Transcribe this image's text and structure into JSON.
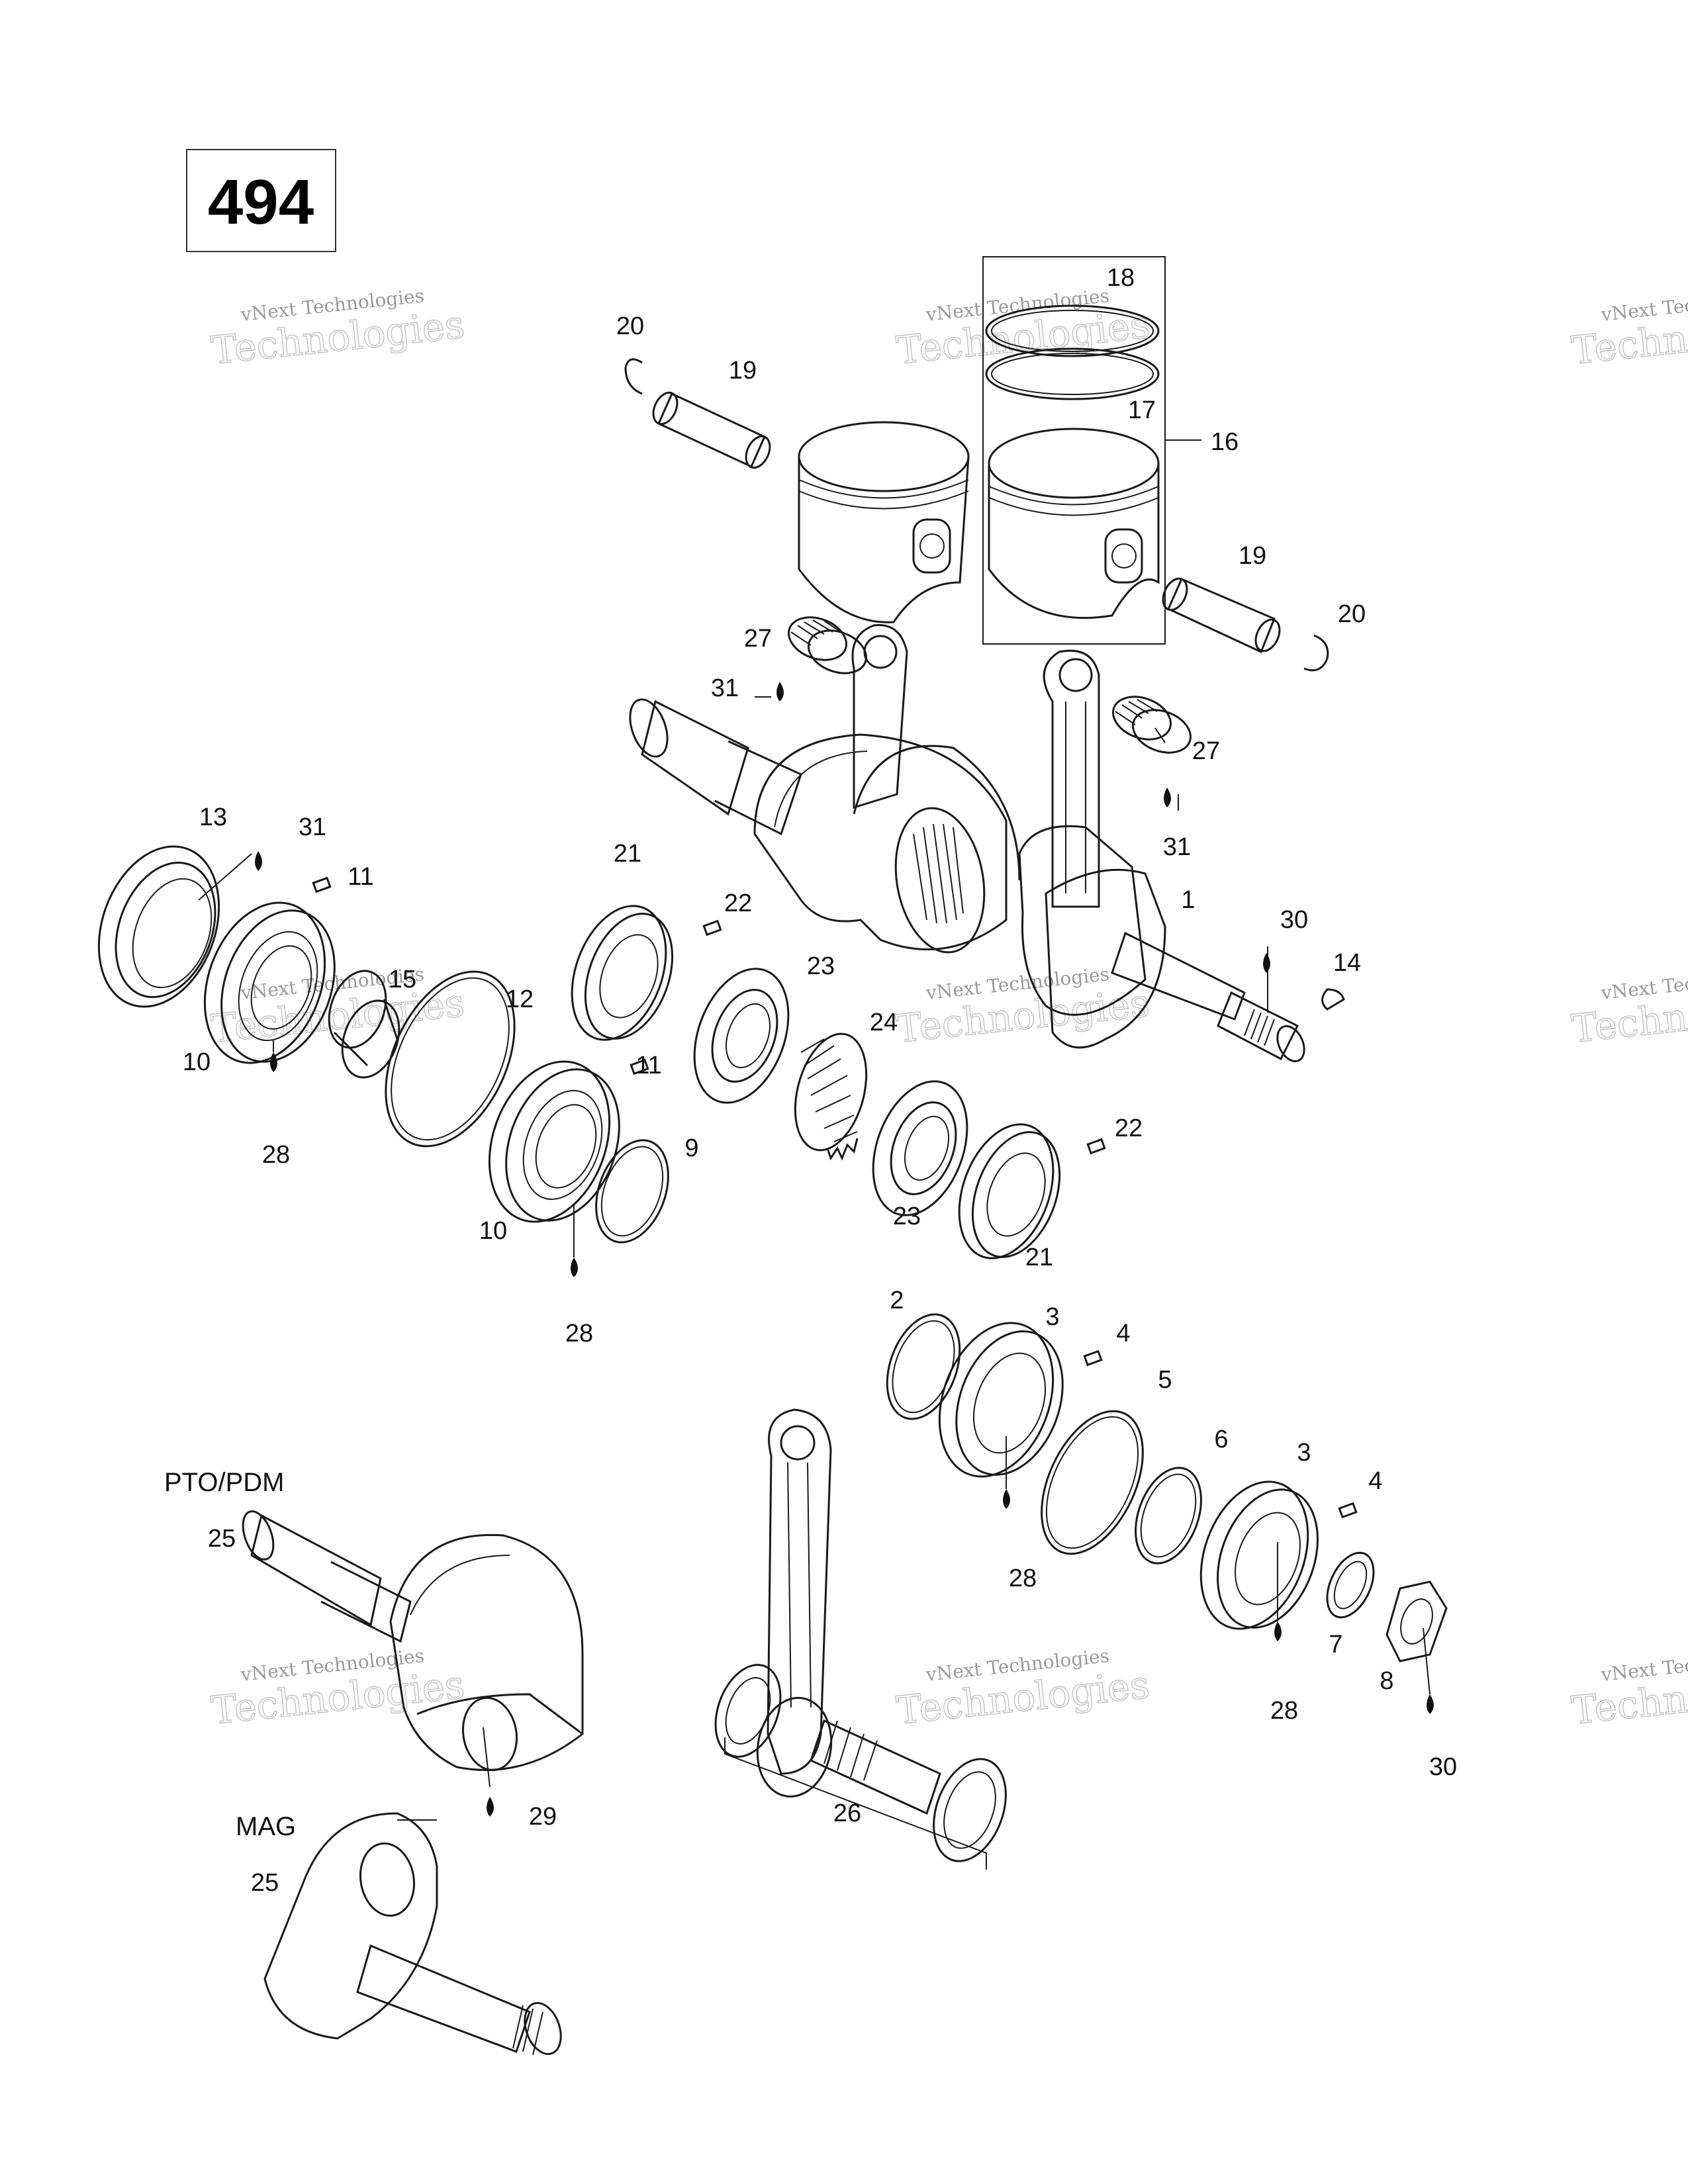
{
  "diagram_number": "494",
  "watermark": {
    "line1": "vNext Technologies",
    "line2": "Technologies"
  },
  "labels": {
    "pto": "PTO/PDM",
    "mag": "MAG"
  },
  "callouts": [
    {
      "id": "c20a",
      "text": "20"
    },
    {
      "id": "c19a",
      "text": "19"
    },
    {
      "id": "c18",
      "text": "18"
    },
    {
      "id": "c17",
      "text": "17"
    },
    {
      "id": "c16",
      "text": "16"
    },
    {
      "id": "c19b",
      "text": "19"
    },
    {
      "id": "c20b",
      "text": "20"
    },
    {
      "id": "c27a",
      "text": "27"
    },
    {
      "id": "c31a",
      "text": "31"
    },
    {
      "id": "c27b",
      "text": "27"
    },
    {
      "id": "c31b",
      "text": "31"
    },
    {
      "id": "c13",
      "text": "13"
    },
    {
      "id": "c31c",
      "text": "31"
    },
    {
      "id": "c11a",
      "text": "11"
    },
    {
      "id": "c21a",
      "text": "21"
    },
    {
      "id": "c22a",
      "text": "22"
    },
    {
      "id": "c1",
      "text": "1"
    },
    {
      "id": "c30a",
      "text": "30"
    },
    {
      "id": "c14",
      "text": "14"
    },
    {
      "id": "c15",
      "text": "15"
    },
    {
      "id": "c12",
      "text": "12"
    },
    {
      "id": "c23a",
      "text": "23"
    },
    {
      "id": "c10a",
      "text": "10"
    },
    {
      "id": "c24",
      "text": "24"
    },
    {
      "id": "c11b",
      "text": "11"
    },
    {
      "id": "c28a",
      "text": "28"
    },
    {
      "id": "c9",
      "text": "9"
    },
    {
      "id": "c22b",
      "text": "22"
    },
    {
      "id": "c10b",
      "text": "10"
    },
    {
      "id": "c23b",
      "text": "23"
    },
    {
      "id": "c21b",
      "text": "21"
    },
    {
      "id": "c28b",
      "text": "28"
    },
    {
      "id": "c2",
      "text": "2"
    },
    {
      "id": "c3a",
      "text": "3"
    },
    {
      "id": "c4a",
      "text": "4"
    },
    {
      "id": "c5",
      "text": "5"
    },
    {
      "id": "c6",
      "text": "6"
    },
    {
      "id": "c3b",
      "text": "3"
    },
    {
      "id": "c4b",
      "text": "4"
    },
    {
      "id": "c28c",
      "text": "28"
    },
    {
      "id": "c25a",
      "text": "25"
    },
    {
      "id": "c7",
      "text": "7"
    },
    {
      "id": "c8",
      "text": "8"
    },
    {
      "id": "c28d",
      "text": "28"
    },
    {
      "id": "c30b",
      "text": "30"
    },
    {
      "id": "c29",
      "text": "29"
    },
    {
      "id": "c26",
      "text": "26"
    },
    {
      "id": "c25b",
      "text": "25"
    }
  ]
}
